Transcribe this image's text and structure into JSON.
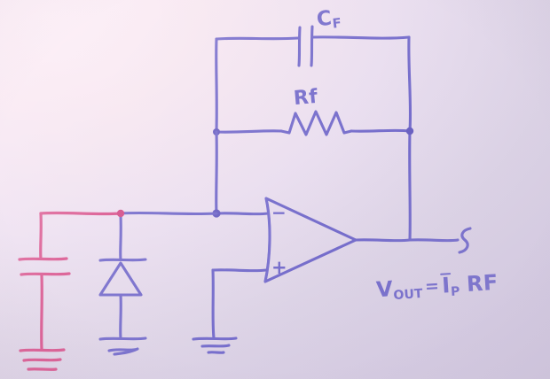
{
  "figure": {
    "title": "Transimpedance amplifier hand sketch",
    "background_color": "#f2e6ef",
    "ink_blue": "#6a62c8",
    "ink_red": "#d64a86"
  },
  "labels": {
    "feedback_capacitor": "C",
    "feedback_capacitor_sub": "F",
    "feedback_resistor": "Rf",
    "inverting_input": "−",
    "noninverting_input": "+"
  },
  "equation": {
    "v_out": "V",
    "v_out_sub": "OUT",
    "equals": "=",
    "current": "I",
    "current_sub": "P",
    "resistor": "RF"
  },
  "components": [
    {
      "name": "feedback-capacitor",
      "label": "CF",
      "type": "capacitor"
    },
    {
      "name": "feedback-resistor",
      "label": "Rf",
      "type": "resistor"
    },
    {
      "name": "op-amp",
      "label": "",
      "type": "operational-amplifier"
    },
    {
      "name": "photodiode",
      "label": "",
      "type": "diode"
    },
    {
      "name": "bias-capacitor",
      "label": "",
      "type": "capacitor"
    },
    {
      "name": "ground-red",
      "label": "",
      "type": "ground"
    },
    {
      "name": "ground-diode",
      "label": "",
      "type": "ground"
    },
    {
      "name": "ground-noninverting",
      "label": "",
      "type": "ground"
    },
    {
      "name": "output-terminal",
      "label": "",
      "type": "terminal"
    }
  ]
}
